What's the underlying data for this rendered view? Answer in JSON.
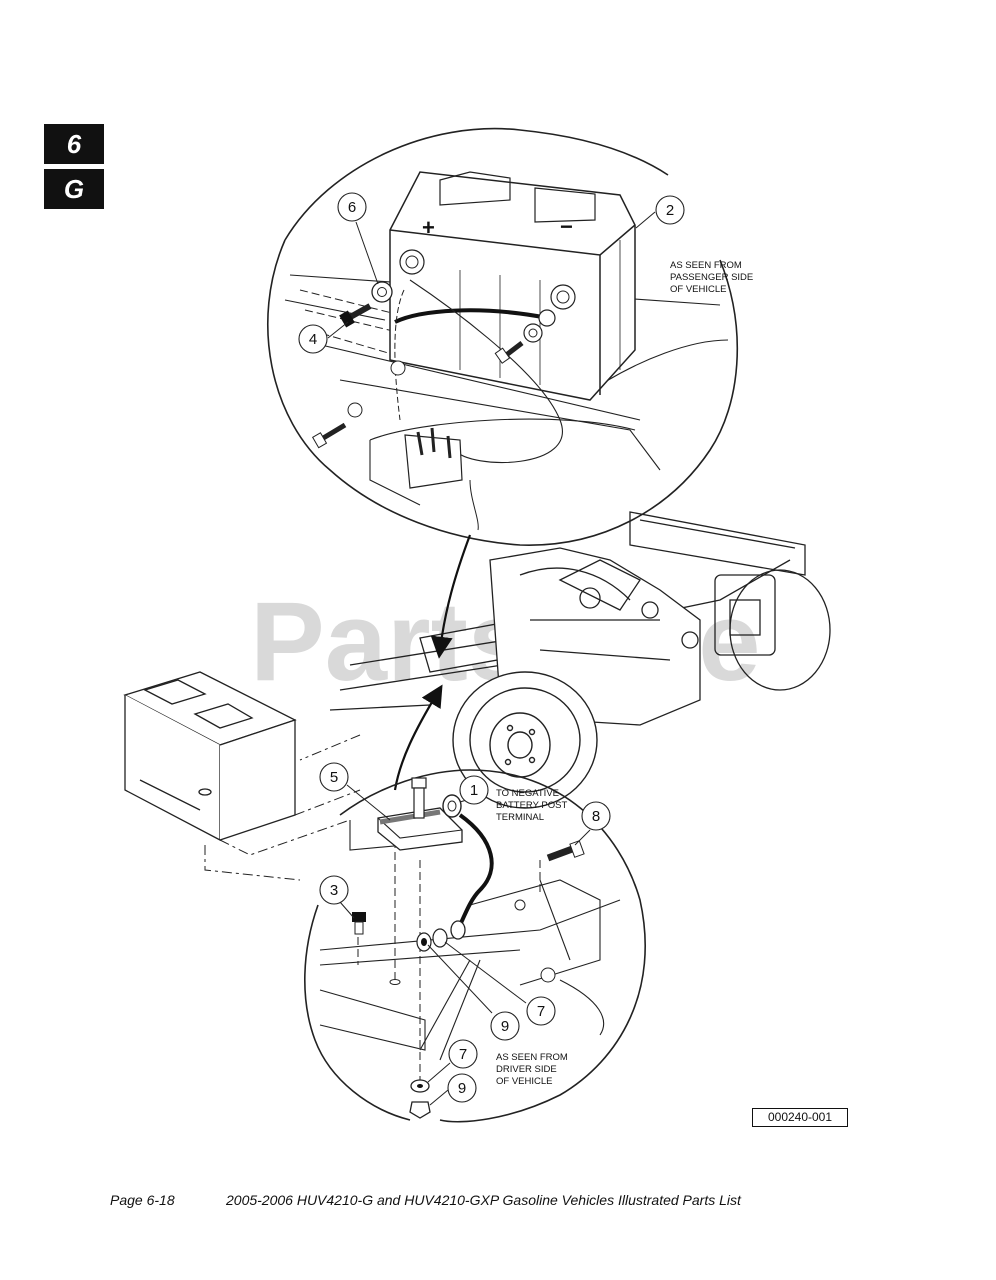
{
  "section_tabs": {
    "section": "6",
    "subsection": "G"
  },
  "watermark": "PartsTree",
  "upper_view": {
    "note_lines": [
      "AS SEEN FROM",
      "PASSENGER SIDE",
      "OF VEHICLE"
    ],
    "plus_sign": "+",
    "minus_sign": "−",
    "callouts": [
      "6",
      "2",
      "4"
    ]
  },
  "lower_view": {
    "note_lines": [
      "AS SEEN FROM",
      "DRIVER SIDE",
      "OF VEHICLE"
    ],
    "callouts": [
      "5",
      "1",
      "8",
      "3",
      "9",
      "7",
      "7",
      "9"
    ]
  },
  "terminal_note_lines": [
    "TO NEGATIVE",
    "BATTERY POST",
    "TERMINAL"
  ],
  "figure_number": "000240-001",
  "footer": {
    "page": "Page 6-18",
    "title": "2005-2006 HUV4210-G and HUV4210-GXP Gasoline Vehicles Illustrated Parts List"
  }
}
